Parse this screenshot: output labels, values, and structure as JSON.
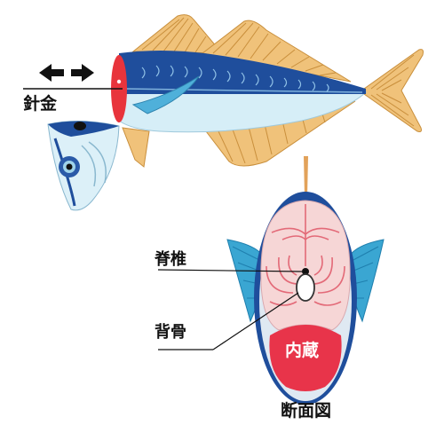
{
  "labels": {
    "wire": "針金",
    "spine": "脊椎",
    "bone": "背骨",
    "organs": "内蔵",
    "section_title": "断面図"
  },
  "colors": {
    "fish_back": "#1f4e9c",
    "fish_belly": "#d6eef7",
    "fin": "#f0c27a",
    "cut_face": "#e8343c",
    "section_flesh": "#f6d6d6",
    "section_lines": "#e36a78",
    "organ": "#e8344a",
    "pectoral_fin": "#3aa6d2"
  },
  "icons": [
    "arrow-left-icon",
    "arrow-right-icon"
  ]
}
